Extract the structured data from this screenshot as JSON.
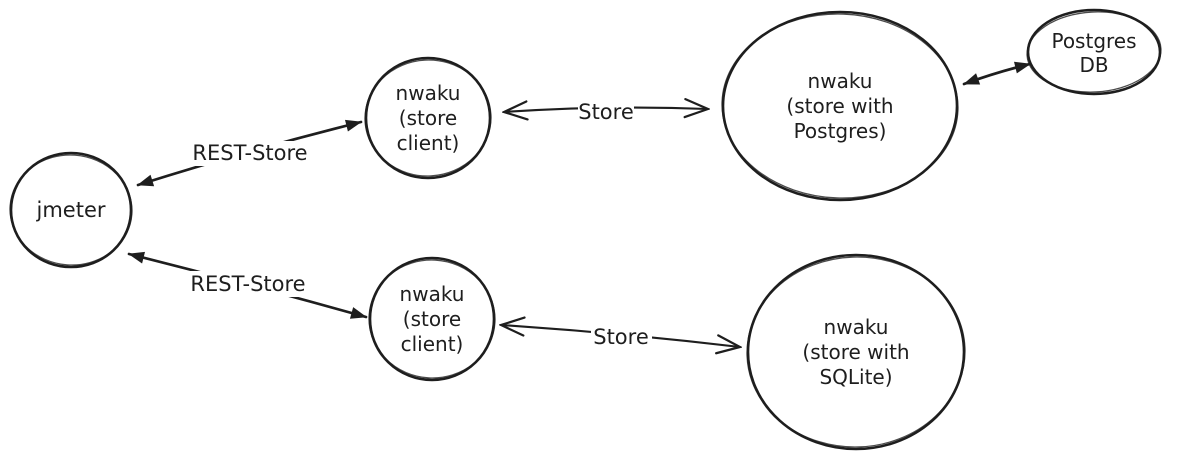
{
  "canvas": {
    "background_color": "#ffffff",
    "ink_color": "#1e1e1e"
  },
  "nodes": {
    "jmeter": {
      "lines": [
        "jmeter"
      ]
    },
    "store_client_top": {
      "lines": [
        "nwaku",
        "(store",
        "client)"
      ]
    },
    "store_postgres": {
      "lines": [
        "nwaku",
        "(store with",
        "Postgres)"
      ]
    },
    "postgres_db": {
      "lines": [
        "Postgres",
        "DB"
      ]
    },
    "store_client_bottom": {
      "lines": [
        "nwaku",
        "(store",
        "client)"
      ]
    },
    "store_sqlite": {
      "lines": [
        "nwaku",
        "(store with",
        "SQLite)"
      ]
    }
  },
  "edges": {
    "rest_store_top": {
      "label": "REST-Store",
      "arrowheads": "solid-both-ends"
    },
    "store_top": {
      "label": "Store",
      "arrowheads": "open-both-ends"
    },
    "postgres_db_link": {
      "arrowheads": "solid-both-ends"
    },
    "rest_store_bottom": {
      "label": "REST-Store",
      "arrowheads": "solid-both-ends"
    },
    "store_bottom": {
      "label": "Store",
      "arrowheads": "open-both-ends"
    }
  }
}
